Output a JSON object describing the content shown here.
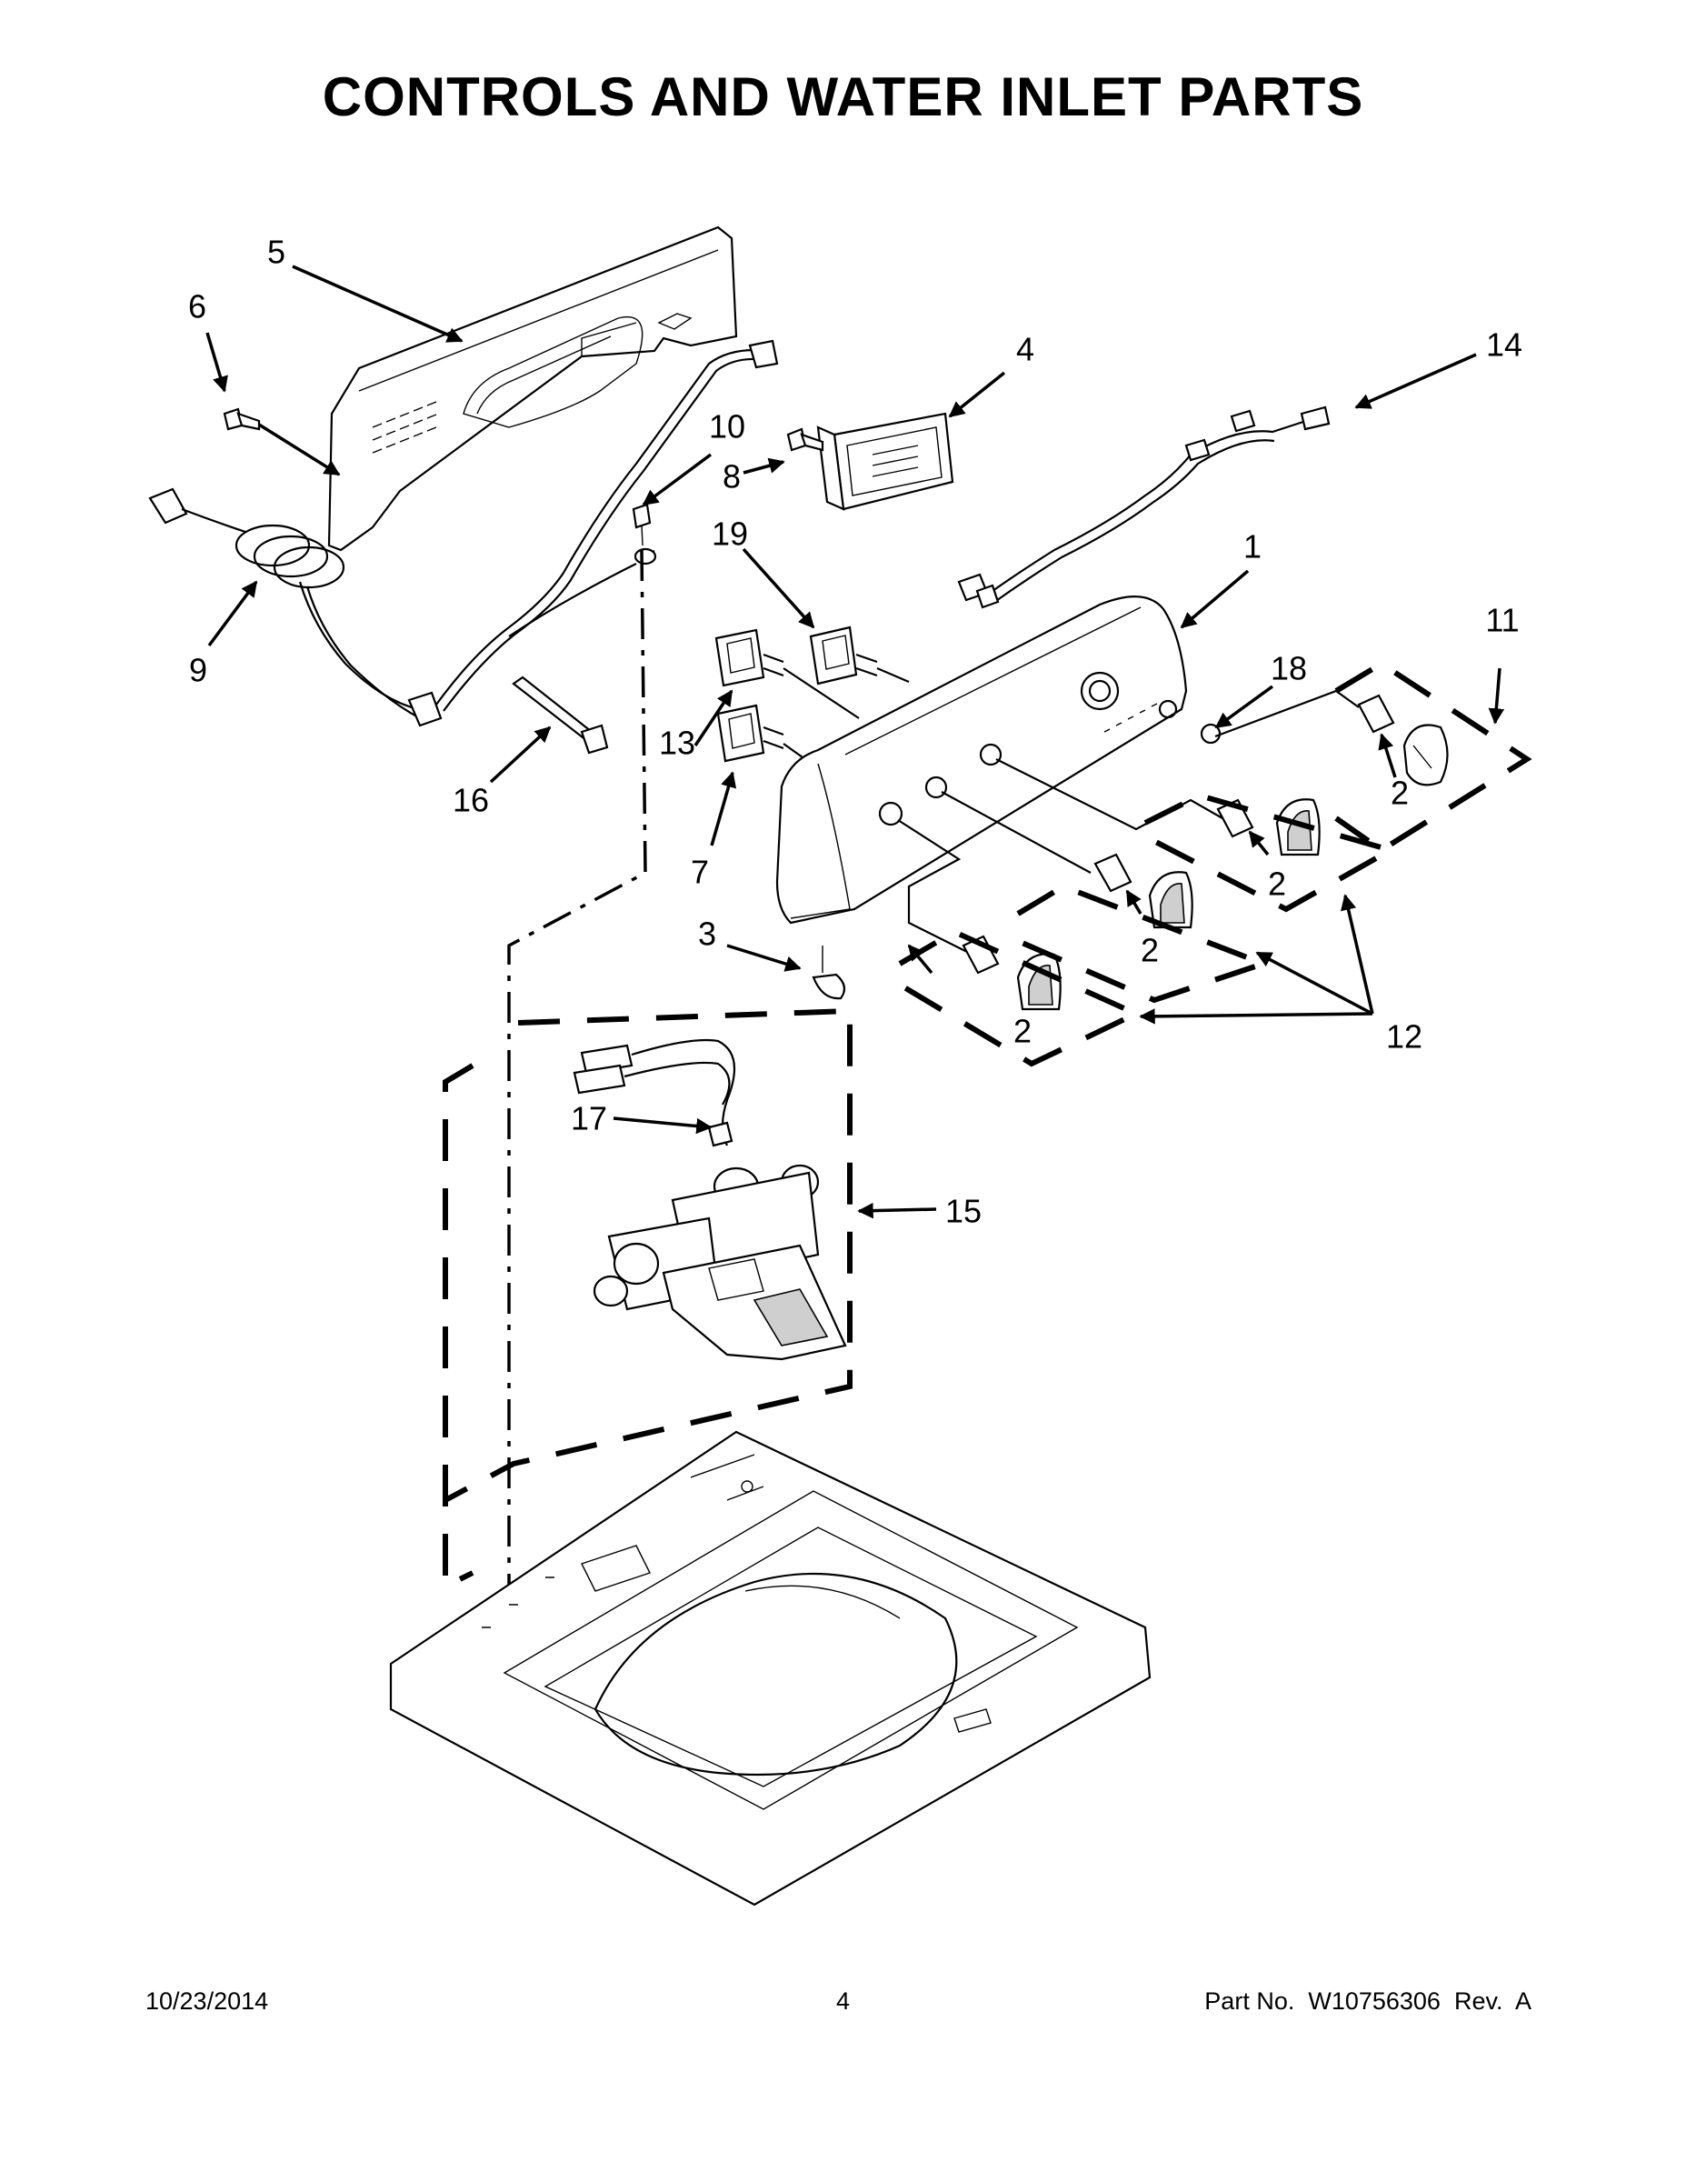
{
  "title": "CONTROLS AND WATER INLET PARTS",
  "callouts": [
    "1",
    "2",
    "2",
    "2",
    "2",
    "3",
    "4",
    "5",
    "6",
    "7",
    "8",
    "9",
    "10",
    "11",
    "12",
    "13",
    "14",
    "15",
    "16",
    "17",
    "18",
    "19"
  ],
  "footer": {
    "date": "10/23/2014",
    "page": "4",
    "part_no": "Part No.  W10756306  Rev.  A"
  }
}
